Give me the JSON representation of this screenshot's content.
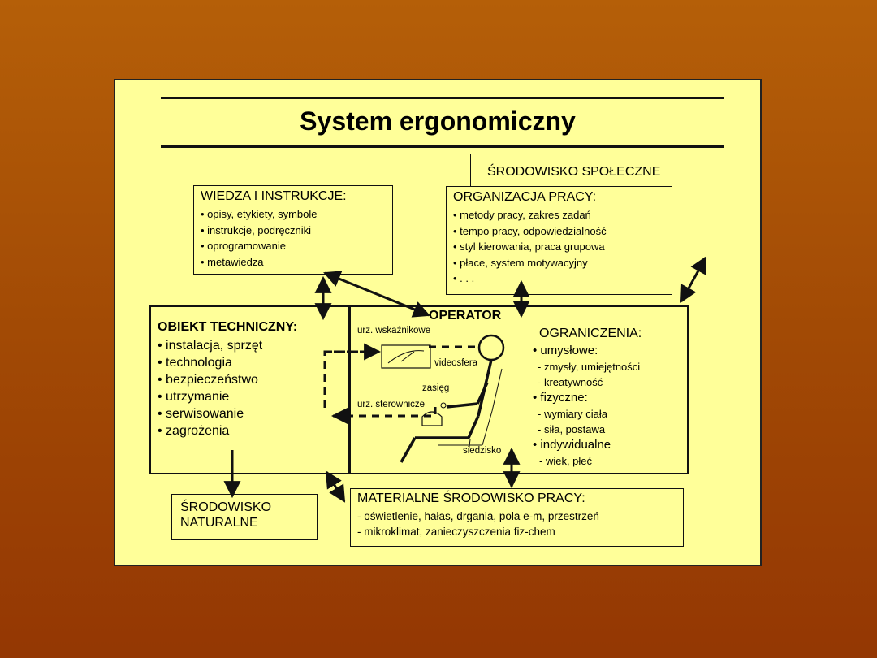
{
  "title": "System ergonomiczny",
  "wiedza": {
    "title": "WIEDZA I INSTRUKCJE:",
    "items": [
      "• opisy, etykiety, symbole",
      "• instrukcje, podręczniki",
      "• oprogramowanie",
      "• metawiedza"
    ]
  },
  "srodowisko_spoleczne": {
    "title": "ŚRODOWISKO SPOŁECZNE"
  },
  "organizacja": {
    "title": "ORGANIZACJA PRACY:",
    "items": [
      "• metody pracy, zakres zadań",
      "• tempo pracy, odpowiedzialność",
      "• styl kierowania, praca grupowa",
      "• płace, system motywacyjny",
      "•  . . ."
    ]
  },
  "obiekt": {
    "title": "OBIEKT TECHNICZNY:",
    "items": [
      "• instalacja, sprzęt",
      "• technologia",
      "• bezpieczeństwo",
      "• utrzymanie",
      "• serwisowanie",
      "• zagrożenia"
    ]
  },
  "operator": {
    "title": "OPERATOR",
    "labels": {
      "urz_wsk": "urz. wskaźnikowe",
      "videosfera": "videosfera",
      "zasieg": "zasięg",
      "urz_ster": "urz. sterownicze",
      "siedzisko": "siedzisko"
    }
  },
  "ograniczenia": {
    "title": "OGRANICZENIA:",
    "items": [
      "• umysłowe:",
      " - zmysły, umiejętności",
      " - kreatywność",
      "• fizyczne:",
      " - wymiary ciała",
      " - siła, postawa",
      "• indywidualne",
      "  - wiek, płeć"
    ]
  },
  "naturalne": {
    "line1": "ŚRODOWISKO",
    "line2": "NATURALNE"
  },
  "materialne": {
    "title": "MATERIALNE ŚRODOWISKO PRACY:",
    "items": [
      "- oświetlenie, hałas, drgania, pola e-m, przestrzeń",
      "- mikroklimat, zanieczyszczenia fiz-chem"
    ]
  },
  "colors": {
    "background": "#a84a05",
    "slide": "#ffff99",
    "ink": "#111111"
  }
}
